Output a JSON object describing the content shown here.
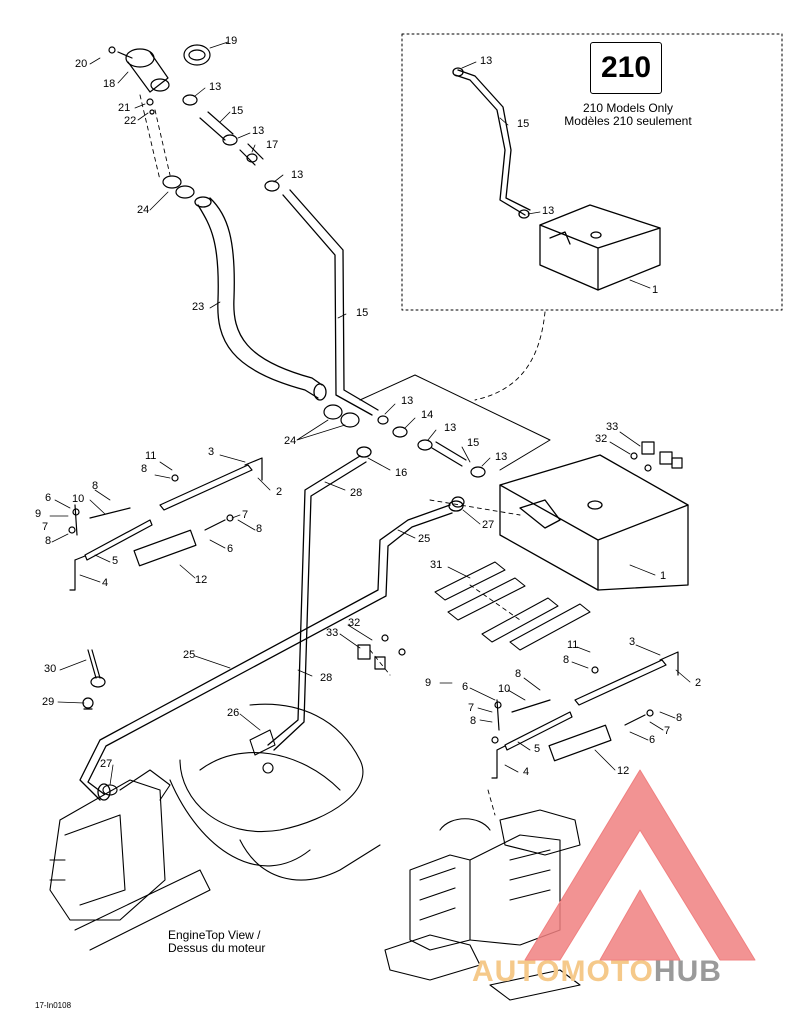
{
  "variant": {
    "badge": "210",
    "note_en": "210 Models Only",
    "note_fr": "Modèles 210 seulement"
  },
  "engine_view": {
    "caption_en": "EngineTop View /",
    "caption_fr": "Dessus du moteur"
  },
  "doc_id": "17-In0108",
  "watermark": {
    "part1": "AUTO",
    "part2": "MOTO",
    "part3": "HUB",
    "colors": {
      "triangle": "#f08080",
      "auto": "#f5c98a",
      "hub": "#9a9a9a"
    }
  },
  "callouts": [
    {
      "text": "19"
    },
    {
      "text": "20"
    },
    {
      "text": "18"
    },
    {
      "text": "13"
    },
    {
      "text": "21"
    },
    {
      "text": "22"
    },
    {
      "text": "15"
    },
    {
      "text": "13"
    },
    {
      "text": "17"
    },
    {
      "text": "13"
    },
    {
      "text": "24"
    },
    {
      "text": "23"
    },
    {
      "text": "15"
    },
    {
      "text": "13"
    },
    {
      "text": "15"
    },
    {
      "text": "13"
    },
    {
      "text": "1"
    },
    {
      "text": "24"
    },
    {
      "text": "13"
    },
    {
      "text": "14"
    },
    {
      "text": "13"
    },
    {
      "text": "15"
    },
    {
      "text": "13"
    },
    {
      "text": "16"
    },
    {
      "text": "33"
    },
    {
      "text": "32"
    },
    {
      "text": "1"
    },
    {
      "text": "28"
    },
    {
      "text": "27"
    },
    {
      "text": "25"
    },
    {
      "text": "11"
    },
    {
      "text": "3"
    },
    {
      "text": "8"
    },
    {
      "text": "2"
    },
    {
      "text": "8"
    },
    {
      "text": "6"
    },
    {
      "text": "10"
    },
    {
      "text": "9"
    },
    {
      "text": "7"
    },
    {
      "text": "8"
    },
    {
      "text": "8"
    },
    {
      "text": "7"
    },
    {
      "text": "6"
    },
    {
      "text": "5"
    },
    {
      "text": "4"
    },
    {
      "text": "12"
    },
    {
      "text": "31"
    },
    {
      "text": "32"
    },
    {
      "text": "33"
    },
    {
      "text": "25"
    },
    {
      "text": "28"
    },
    {
      "text": "30"
    },
    {
      "text": "29"
    },
    {
      "text": "26"
    },
    {
      "text": "27"
    },
    {
      "text": "11"
    },
    {
      "text": "3"
    },
    {
      "text": "8"
    },
    {
      "text": "2"
    },
    {
      "text": "9"
    },
    {
      "text": "6"
    },
    {
      "text": "8"
    },
    {
      "text": "10"
    },
    {
      "text": "7"
    },
    {
      "text": "8"
    },
    {
      "text": "8"
    },
    {
      "text": "7"
    },
    {
      "text": "5"
    },
    {
      "text": "6"
    },
    {
      "text": "4"
    },
    {
      "text": "12"
    }
  ]
}
